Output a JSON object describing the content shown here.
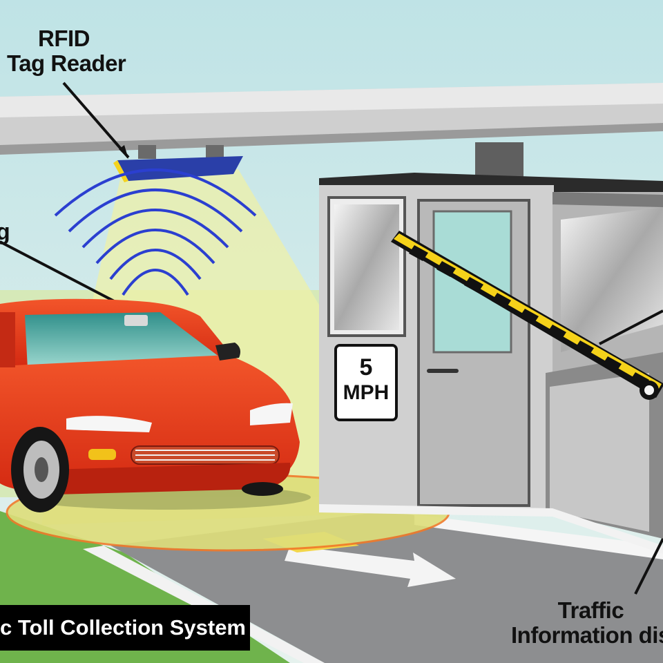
{
  "labels": {
    "rfid_line1": "RFID",
    "rfid_line2": "Tag Reader",
    "tag_fragment": "g",
    "traffic_line1": "Traffic",
    "traffic_line2": "Information dis"
  },
  "caption": "c Toll Collection System",
  "speed_sign": {
    "number": "5",
    "unit": "MPH"
  },
  "colors": {
    "car_body": "#e8321c",
    "reader": "#2a3fa8",
    "waves": "#2b3fd0",
    "barrier_yellow": "#f5d21a",
    "barrier_black": "#111111",
    "detection_zone": "#e8e89a",
    "booth": "#c9c9c9",
    "road": "#8a8a8a",
    "grass": "#6bb04a"
  },
  "icons": [
    "rfid-reader-icon",
    "radio-waves-icon",
    "car-icon",
    "toll-booth-icon",
    "barrier-gate-icon",
    "road-arrow-icon"
  ]
}
